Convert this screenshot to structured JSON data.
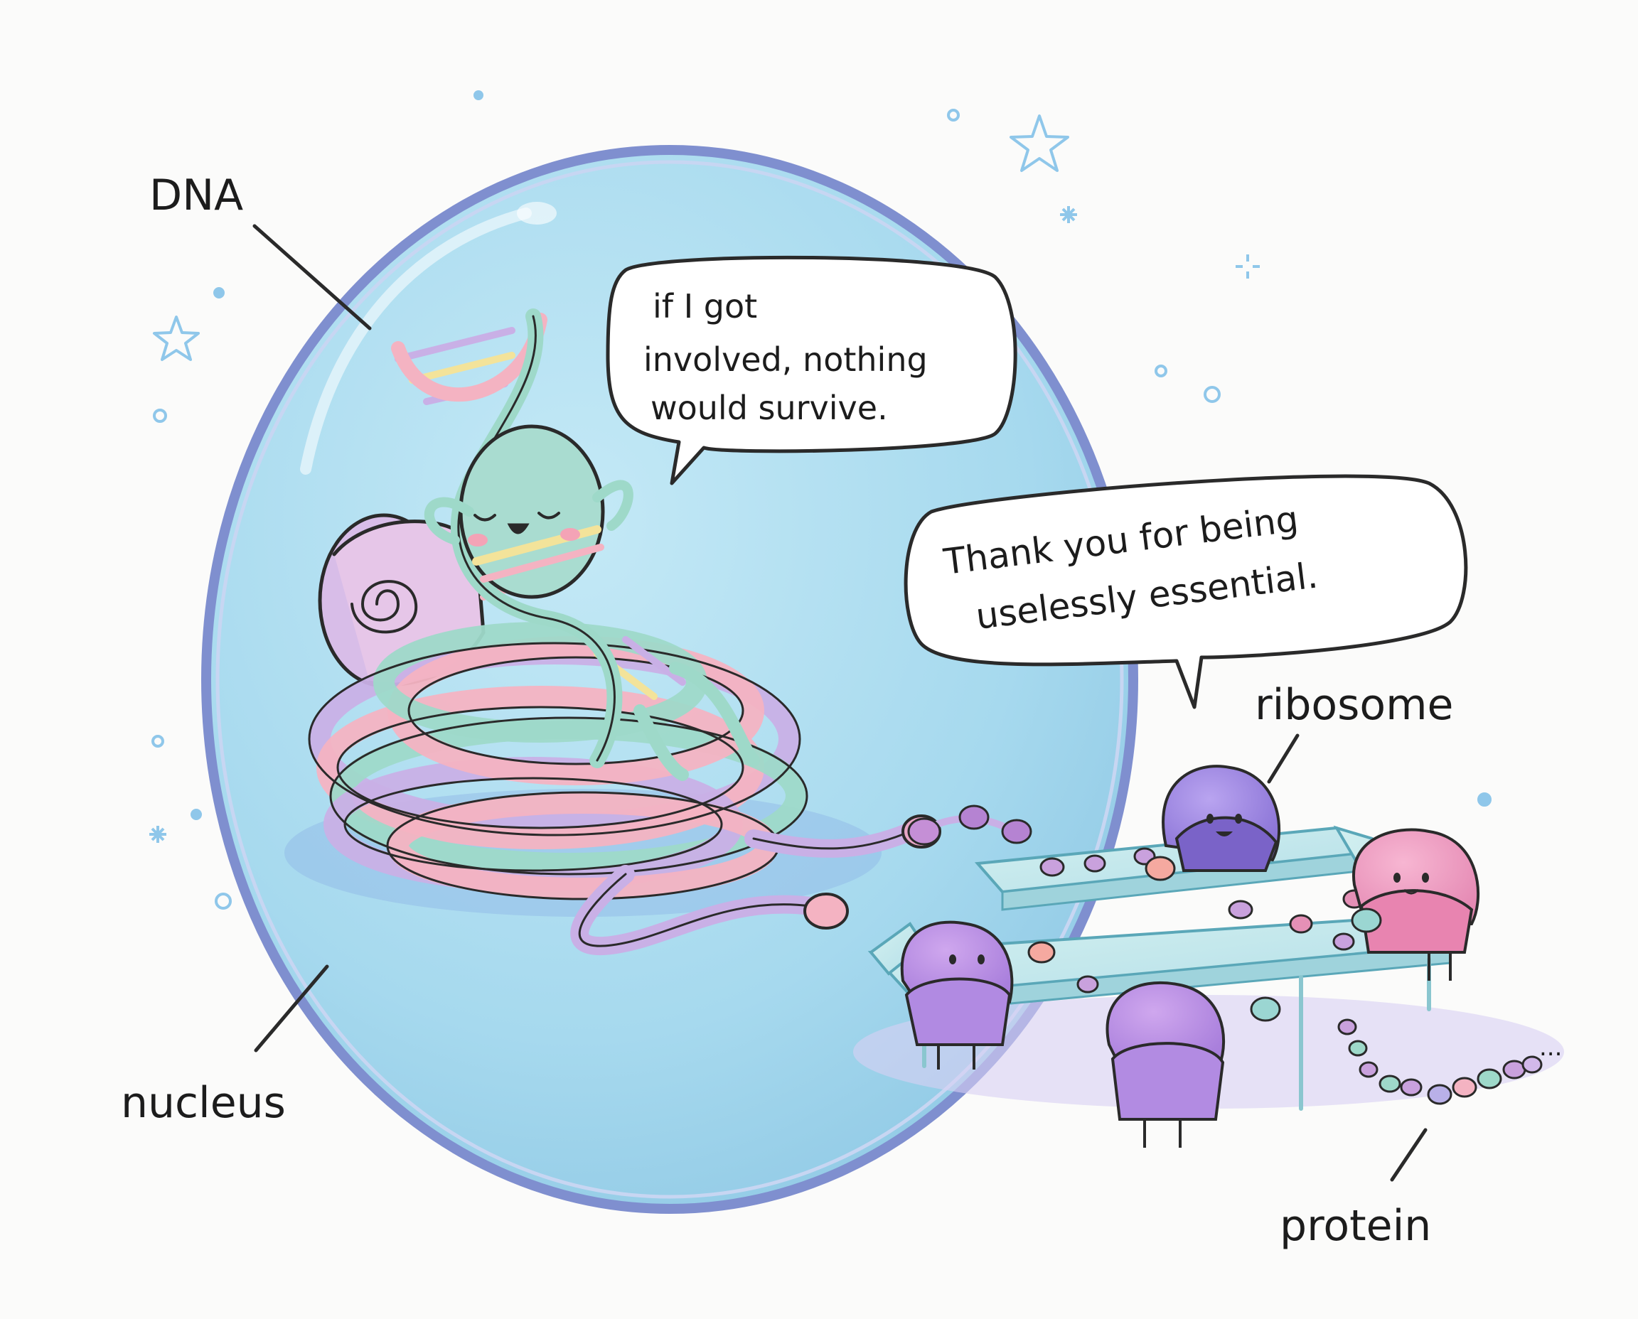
{
  "labels": {
    "dna": "DNA",
    "nucleus": "nucleus",
    "ribosome": "ribosome",
    "protein": "protein"
  },
  "bubbles": {
    "dna_speech": [
      "if I got",
      "involved, nothing",
      "would survive."
    ],
    "ribosome_speech": [
      "Thank you for being",
      "uselessly essential."
    ]
  },
  "chain_ellipsis": "...",
  "colors": {
    "background": "#fbfbfa",
    "nucleus_fill": "#a9dcef",
    "nucleus_rim": "#7f8fcf",
    "dna_teal": "#9ed9c9",
    "dna_pink": "#f4b3c2",
    "dna_lavender": "#c9b0e6",
    "ribosome_purple": "#a98be0",
    "ribosome_pink": "#f0a3c6",
    "table_glass": "#bfe6ea",
    "ink": "#2a2a2a",
    "sparkle": "#8fc7ea"
  },
  "icons": {
    "sparkles": "star-sparkle-icon",
    "bubbles": "circle-dot-icon"
  }
}
